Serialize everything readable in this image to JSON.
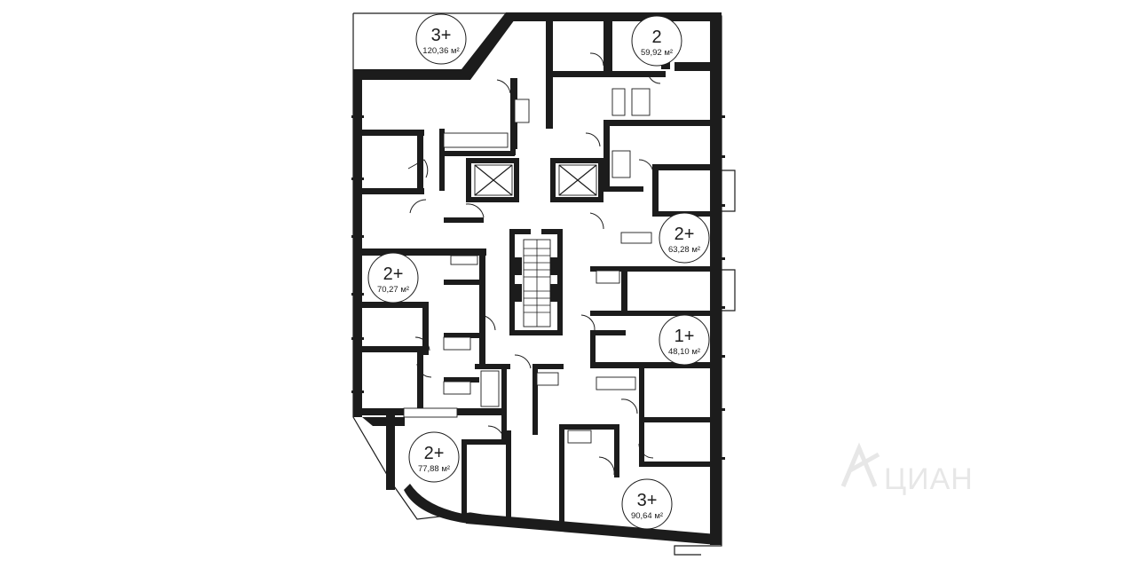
{
  "floor_plan": {
    "apartments": [
      {
        "id": "apt-1",
        "type": "3+",
        "area": "120,36 м²"
      },
      {
        "id": "apt-2",
        "type": "2",
        "area": "59,92 м²"
      },
      {
        "id": "apt-3",
        "type": "2+",
        "area": "63,28 м²"
      },
      {
        "id": "apt-4",
        "type": "2+",
        "area": "70,27 м²"
      },
      {
        "id": "apt-5",
        "type": "1+",
        "area": "48,10 м²"
      },
      {
        "id": "apt-6",
        "type": "2+",
        "area": "77,88 м²"
      },
      {
        "id": "apt-7",
        "type": "3+",
        "area": "90,64 м²"
      }
    ],
    "watermark": "ЦИАН",
    "colors": {
      "walls": "#1c1c1c",
      "background": "#ffffff",
      "watermark": "#e7e7e7"
    }
  }
}
